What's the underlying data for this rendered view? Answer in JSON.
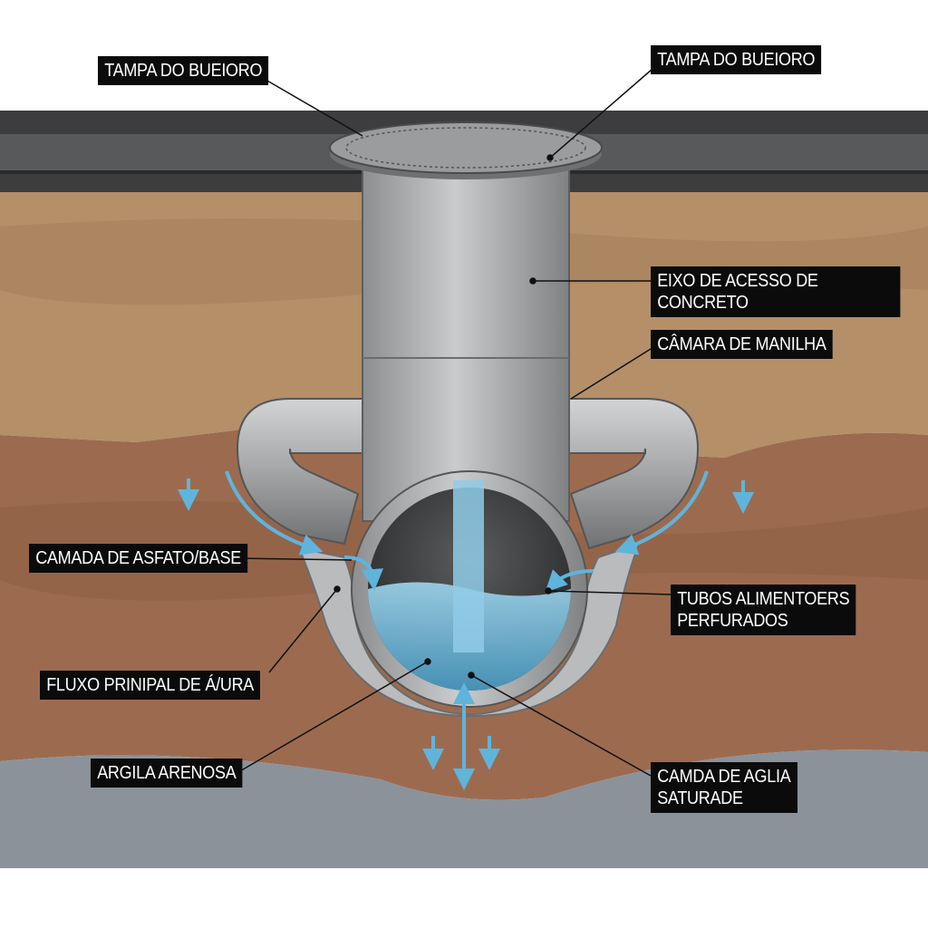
{
  "title": "Diagrama de poço de drenagem (bueiro) com câmara de manilha",
  "labels": {
    "lid_left": "TAMPA DO BUEIORO",
    "lid_right": "TAMPA DO BUEIORO",
    "shaft": "EIXO DE ACESSO DE CONCRETO",
    "chamber": "CÂMARA DE MANILHA",
    "base_layer": "CAMADA DE ASFATO/BASE",
    "feeder_pipes": "TUBOS ALIMENTOERS\nPERFURADOS",
    "main_flow": "FLUXO PRINIPAL DE Á/URA",
    "sandy_clay": "ARGILA ARENOSA",
    "saturated_clay": "CAMDA DE AGLIA\nSATURADE"
  },
  "colors": {
    "asphalt": "#3d3d3f",
    "topsoil": "#b48f68",
    "subsoil": "#9c6b4f",
    "clay": "#8b929a",
    "concrete": "#a9abad",
    "water": "#5fb4dc",
    "label_bg": "#0b0b0b"
  }
}
